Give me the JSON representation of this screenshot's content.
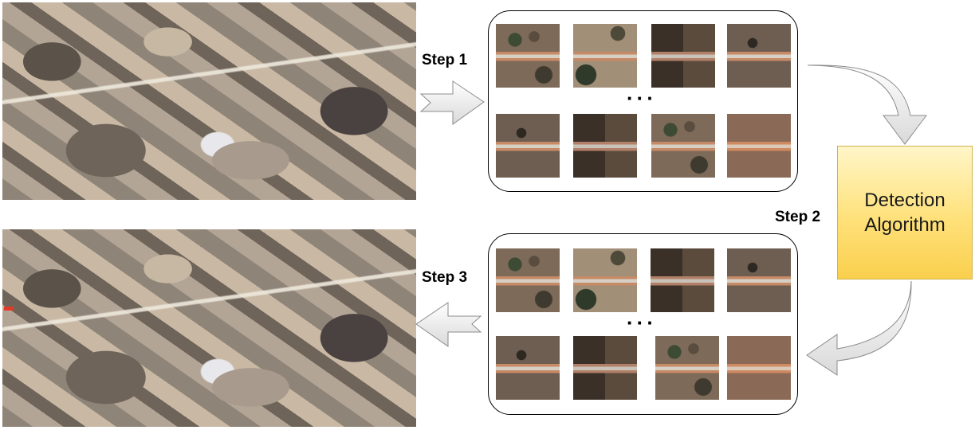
{
  "steps": {
    "step1_label": "Step 1",
    "step2_label": "Step 2",
    "step3_label": "Step 3"
  },
  "algorithm": {
    "line1": "Detection",
    "line2": "Algorithm",
    "fill_color": "#ffe17a"
  },
  "panels": {
    "ellipsis": "···"
  }
}
